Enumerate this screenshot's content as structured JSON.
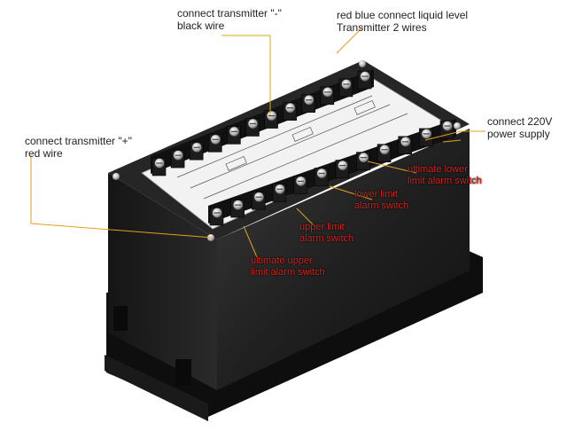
{
  "labels": {
    "transmitter_minus": [
      "connect transmitter \"-\"",
      "black wire"
    ],
    "liquid_level": [
      "red blue connect liquid level",
      "Transmitter 2 wires"
    ],
    "transmitter_plus": [
      "connect transmitter \"+\"",
      "red wire"
    ],
    "power_supply": [
      "connect 220V",
      "power supply"
    ],
    "ultimate_lower": [
      "ultimate lower",
      "limit alarm switch"
    ],
    "lower_limit": [
      "lower limit",
      "alarm switch"
    ],
    "upper_limit": [
      "upper limit",
      "alarm switch"
    ],
    "ultimate_upper": [
      "ultimate upper",
      "limit alarm switch"
    ]
  },
  "colors": {
    "housing": "#1b1b1b",
    "label_panel": "#f2f2f2",
    "callout_line": "#e0a01e",
    "red_text": "#d8241c",
    "dark_text": "#222222"
  },
  "icons": {
    "terminal_screw": "screw-terminal-icon"
  }
}
